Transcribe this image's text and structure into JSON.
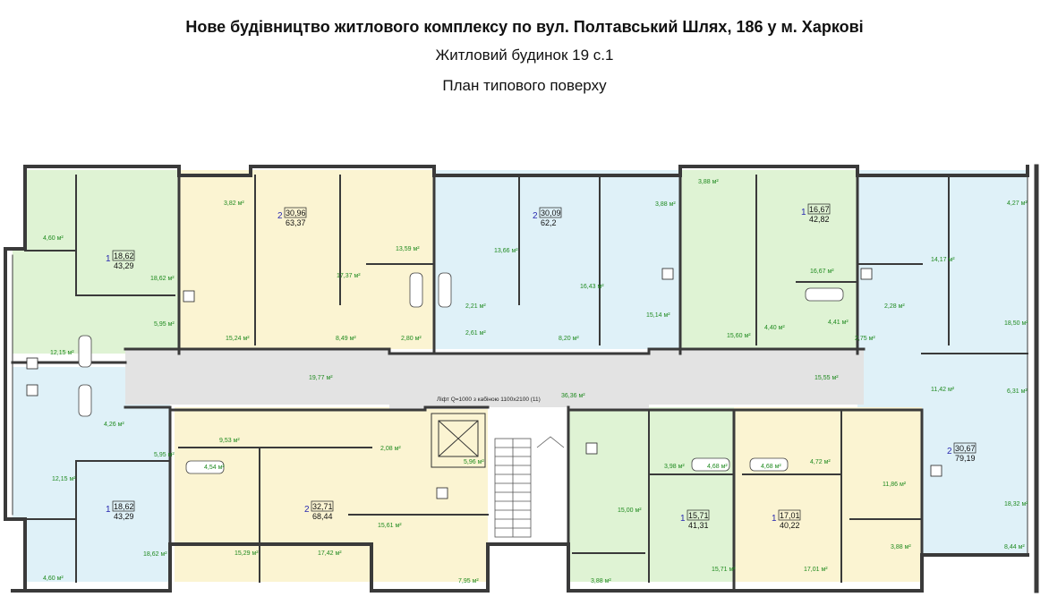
{
  "header": {
    "title": "Нове будівництво житлового комплексу по вул. Полтавський Шлях, 186 у м. Харкові",
    "subtitle": "Житловий будинок 19 с.1",
    "plan_caption": "План типового поверху"
  },
  "colors": {
    "green": "#dff3d4",
    "blue": "#dff1f8",
    "yellow": "#fbf4d2",
    "corridor": "#e3e3e3",
    "wall": "#3a3a3a",
    "area_text": "#1f8a1f",
    "apt_number": "#2a2ab0"
  },
  "apartments": [
    {
      "rooms": "1",
      "living": "18,62",
      "total": "43,29"
    },
    {
      "rooms": "2",
      "living": "30,96",
      "total": "63,37"
    },
    {
      "rooms": "2",
      "living": "30,09",
      "total": "62,2"
    },
    {
      "rooms": "1",
      "living": "16,67",
      "total": "42,82"
    },
    {
      "rooms": "1",
      "living": "18,62",
      "total": "43,29"
    },
    {
      "rooms": "2",
      "living": "32,71",
      "total": "68,44"
    },
    {
      "rooms": "1",
      "living": "15,71",
      "total": "41,31"
    },
    {
      "rooms": "1",
      "living": "17,01",
      "total": "40,22"
    },
    {
      "rooms": "2",
      "living": "30,67",
      "total": "79,19"
    }
  ],
  "room_areas": [
    "4,60 м²",
    "18,62 м²",
    "5,95 м²",
    "12,15 м²",
    "3,82 м²",
    "13,59 м²",
    "17,37 м²",
    "15,24 м²",
    "8,49 м²",
    "2,80 м²",
    "13,66 м²",
    "16,43 м²",
    "3,88 м²",
    "15,14 м²",
    "8,20 м²",
    "2,21 м²",
    "2,61 м²",
    "3,88 м²",
    "16,67 м²",
    "15,60 м²",
    "4,40 м²",
    "4,41 м²",
    "4,27 м²",
    "14,17 м²",
    "18,50 м²",
    "2,75 м²",
    "2,28 м²",
    "19,77 м²",
    "36,36 м²",
    "15,55 м²",
    "11,42 м²",
    "6,31 м²",
    "4,26 м²",
    "5,95 м²",
    "12,15 м²",
    "18,62 м²",
    "4,60 м²",
    "9,53 м²",
    "4,54 м²",
    "2,08 м²",
    "5,96 м²",
    "15,61 м²",
    "15,29 м²",
    "17,42 м²",
    "7,95 м²",
    "15,00 м²",
    "3,98 м²",
    "4,68 м²",
    "4,68 м²",
    "4,72 м²",
    "11,86 м²",
    "18,32 м²",
    "3,88 м²",
    "8,44 м²",
    "3,88 м²",
    "15,71 м²",
    "17,01 м²"
  ],
  "lift_note": "Ліфт Q=1000 з кабіною 1100х2100  (11)"
}
